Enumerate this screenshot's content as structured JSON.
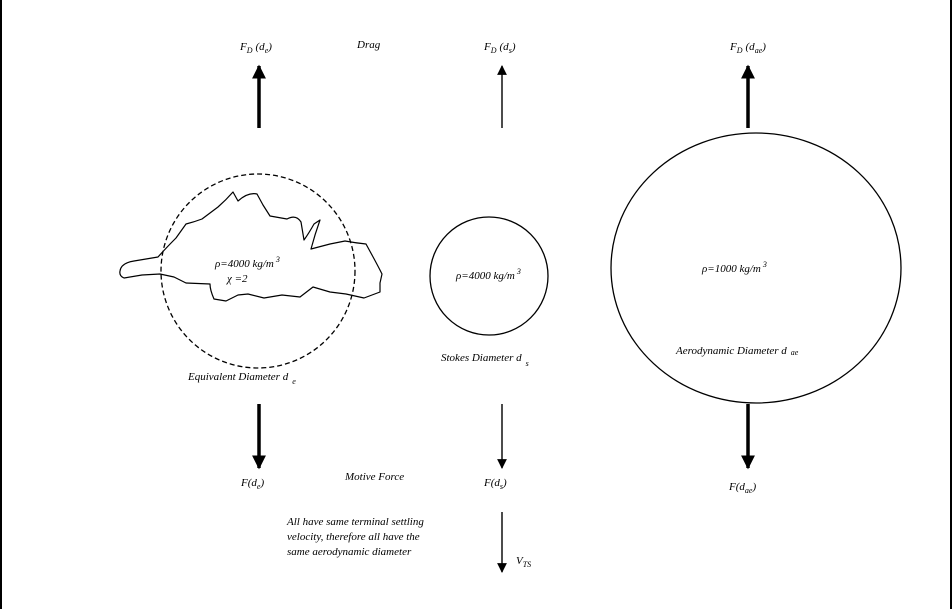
{
  "labels": {
    "drag": "Drag",
    "motive_force": "Motive Force",
    "equivalent_diameter": "Equivalent Diameter d",
    "equivalent_diameter_sub": "e",
    "stokes_diameter": "Stokes Diameter d",
    "stokes_diameter_sub": "s",
    "aerodynamic_diameter": "Aerodynamic Diameter d",
    "aerodynamic_diameter_sub": "ae",
    "settling_note": [
      "All have same terminal settling",
      "velocity, therefore all have the",
      "same aerodynamic diameter"
    ],
    "terminal_velocity": "V",
    "terminal_velocity_sub": "TS"
  },
  "forces": {
    "drag": [
      {
        "main": "F",
        "sub1": "D",
        "arg": "(d",
        "sub2": "e",
        "close": ")"
      },
      {
        "main": "F",
        "sub1": "D",
        "arg": "(d",
        "sub2": "s",
        "close": ")"
      },
      {
        "main": "F",
        "sub1": "D",
        "arg": "(d",
        "sub2": "ae",
        "close": ")"
      }
    ],
    "motive": [
      {
        "main": "F(d",
        "sub": "e",
        "close": ")"
      },
      {
        "main": "F(d",
        "sub": "s",
        "close": ")"
      },
      {
        "main": "F(d",
        "sub": "ae",
        "close": ")"
      }
    ]
  },
  "particles": [
    {
      "density": "ρ=4000 kg/m",
      "exp": "3",
      "shape_factor": "χ =2"
    },
    {
      "density": "ρ=4000 kg/m",
      "exp": "3"
    },
    {
      "density": "ρ=1000 kg/m",
      "exp": "3"
    }
  ]
}
